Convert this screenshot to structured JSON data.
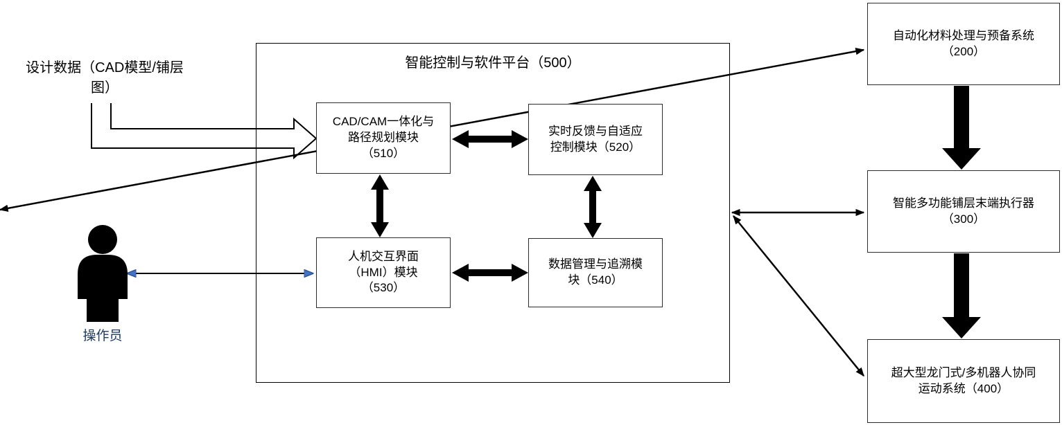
{
  "diagram": {
    "design_data_label": "设计数据（CAD模型/铺层\n图）",
    "operator_label": "操作员",
    "platform": {
      "title": "智能控制与软件平台（500）",
      "modules": [
        {
          "id": "510",
          "label": "CAD/CAM一体化与\n路径规划模块\n（510）"
        },
        {
          "id": "520",
          "label": "实时反馈与自适应\n控制模块（520）"
        },
        {
          "id": "530",
          "label": "人机交互界面\n（HMI）模块\n（530）"
        },
        {
          "id": "540",
          "label": "数据管理与追溯模\n块（540）"
        }
      ]
    },
    "systems": [
      {
        "id": "200",
        "label": "自动化材料处理与预备系统\n（200）"
      },
      {
        "id": "300",
        "label": "智能多功能铺层末端执行器\n（300）"
      },
      {
        "id": "400",
        "label": "超大型龙门式/多机器人协同\n运动系统（400）"
      }
    ],
    "colors": {
      "line": "#000000",
      "box_border": "#2b2b2b",
      "operator_text": "#1f3864",
      "blue_arrow_fill": "#4472c4",
      "blue_arrow_stroke": "#2f528f"
    }
  }
}
